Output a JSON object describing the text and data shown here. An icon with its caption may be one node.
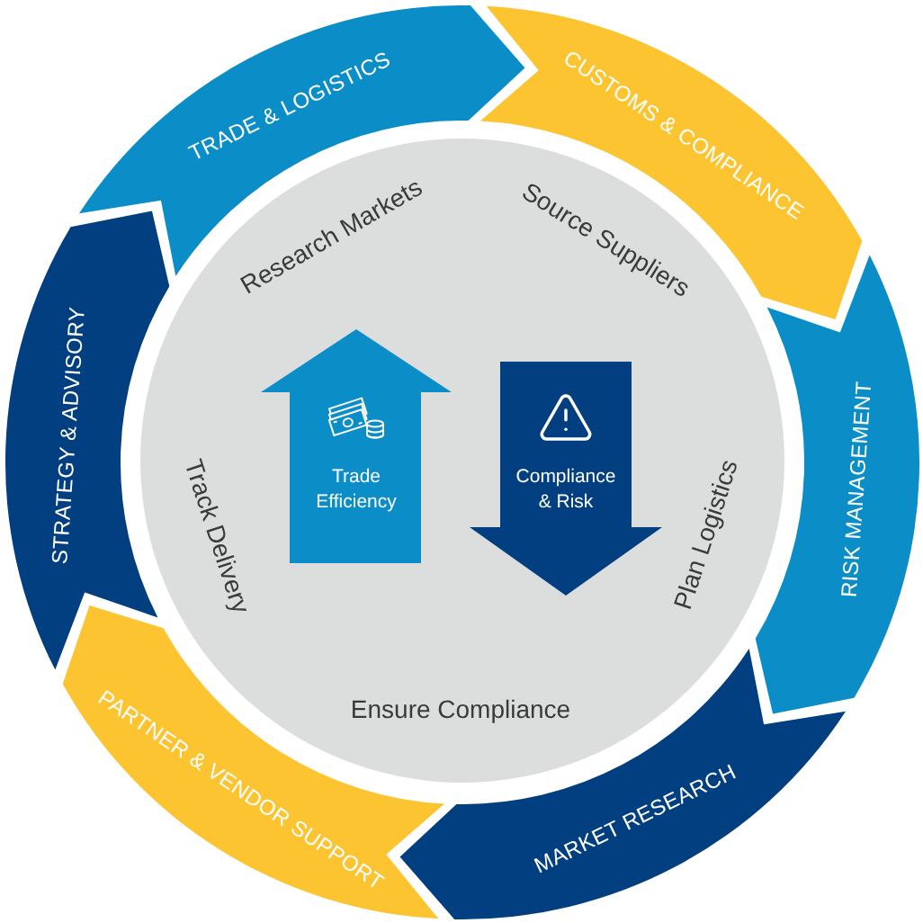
{
  "diagram": {
    "nodes": [
      {
        "text": [
          "TRADE & LOGISTICS"
        ]
      },
      {
        "text": [
          "CUSTOMS & COMPLIANCE"
        ]
      },
      {
        "text": [
          "RISK MANAGEMENT"
        ]
      },
      {
        "text": [
          "MARKET RESEARCH"
        ]
      },
      {
        "text": [
          "PARTNER & VENDOR SUPPORT"
        ]
      },
      {
        "text": [
          "STRATEGY & ADVISORY"
        ]
      },
      {
        "text": [
          "Research Markets",
          "Source Suppliers",
          "Plan Logistics",
          "Ensure Compliance",
          "Track Delivery"
        ]
      },
      {
        "text": [
          "Trade Efficiency"
        ],
        "in": 6
      },
      {
        "text": [
          "Compliance & Risk"
        ],
        "in": 6
      }
    ]
  }
}
